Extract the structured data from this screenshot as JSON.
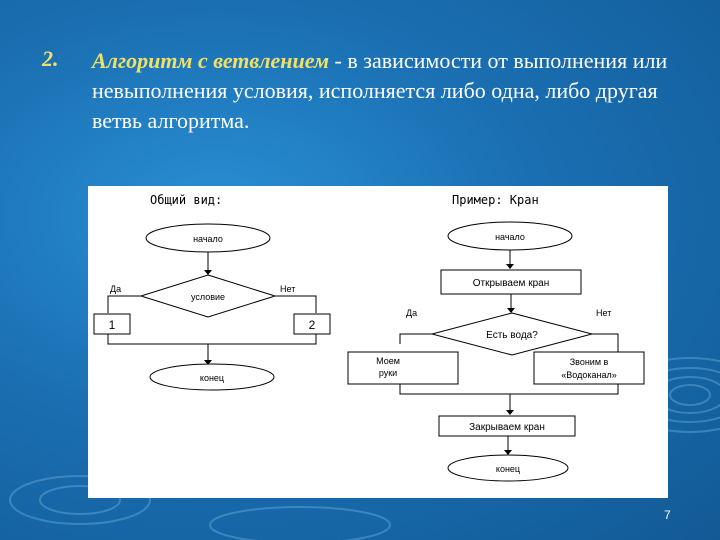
{
  "slide": {
    "item_number": "2.",
    "term": "Алгоритм с ветвлением",
    "definition": " - в зависимости от выполнения или невыполнения условия, исполняется либо одна, либо другая ветвь алгоритма.",
    "page_number": "7",
    "colors": {
      "background": "#1b74b8",
      "accent": "#f0e068",
      "text": "#ffffff"
    }
  },
  "general": {
    "title": "Общий вид:",
    "start": "начало",
    "condition": "условие",
    "yes": "Да",
    "no": "Нет",
    "branch1": "1",
    "branch2": "2",
    "end": "конец"
  },
  "example": {
    "title": "Пример: Кран",
    "start": "начало",
    "step1": "Открываем кран",
    "condition": "Есть вода?",
    "yes": "Да",
    "no": "Нет",
    "yes_action_line1": "Моем",
    "yes_action_line2": "руки",
    "no_action_line1": "Звоним в",
    "no_action_line2": "«Водоканал»",
    "step_last": "Закрываем кран",
    "end": "конец"
  }
}
